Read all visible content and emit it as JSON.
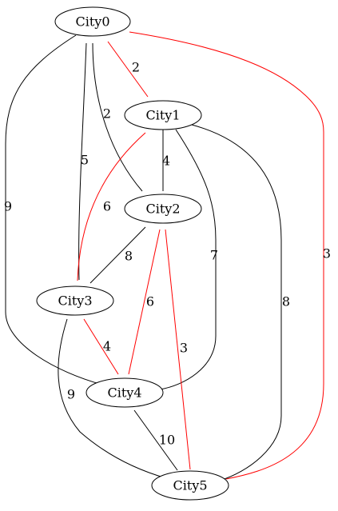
{
  "graph": {
    "colors": {
      "highlight": "#ff0000",
      "normal": "#000000"
    },
    "nodes": [
      {
        "id": "City0",
        "label": "City0"
      },
      {
        "id": "City1",
        "label": "City1"
      },
      {
        "id": "City2",
        "label": "City2"
      },
      {
        "id": "City3",
        "label": "City3"
      },
      {
        "id": "City4",
        "label": "City4"
      },
      {
        "id": "City5",
        "label": "City5"
      }
    ],
    "edges": [
      {
        "id": "e-0-1",
        "from": "City0",
        "to": "City1",
        "weight": "2",
        "highlighted": true
      },
      {
        "id": "e-0-2",
        "from": "City0",
        "to": "City2",
        "weight": "2",
        "highlighted": false
      },
      {
        "id": "e-0-3",
        "from": "City0",
        "to": "City3",
        "weight": "5",
        "highlighted": false
      },
      {
        "id": "e-0-4",
        "from": "City0",
        "to": "City4",
        "weight": "9",
        "highlighted": false
      },
      {
        "id": "e-0-5",
        "from": "City0",
        "to": "City5",
        "weight": "3",
        "highlighted": true
      },
      {
        "id": "e-1-2",
        "from": "City1",
        "to": "City2",
        "weight": "4",
        "highlighted": false
      },
      {
        "id": "e-1-3",
        "from": "City1",
        "to": "City3",
        "weight": "6",
        "highlighted": true
      },
      {
        "id": "e-1-4",
        "from": "City1",
        "to": "City4",
        "weight": "7",
        "highlighted": false
      },
      {
        "id": "e-1-5",
        "from": "City1",
        "to": "City5",
        "weight": "8",
        "highlighted": false
      },
      {
        "id": "e-2-3",
        "from": "City2",
        "to": "City3",
        "weight": "8",
        "highlighted": false
      },
      {
        "id": "e-2-4",
        "from": "City2",
        "to": "City4",
        "weight": "6",
        "highlighted": true
      },
      {
        "id": "e-2-5",
        "from": "City2",
        "to": "City5",
        "weight": "3",
        "highlighted": true
      },
      {
        "id": "e-3-4",
        "from": "City3",
        "to": "City4",
        "weight": "4",
        "highlighted": true
      },
      {
        "id": "e-3-5",
        "from": "City3",
        "to": "City5",
        "weight": "9",
        "highlighted": false
      },
      {
        "id": "e-4-5",
        "from": "City4",
        "to": "City5",
        "weight": "10",
        "highlighted": false
      }
    ]
  }
}
